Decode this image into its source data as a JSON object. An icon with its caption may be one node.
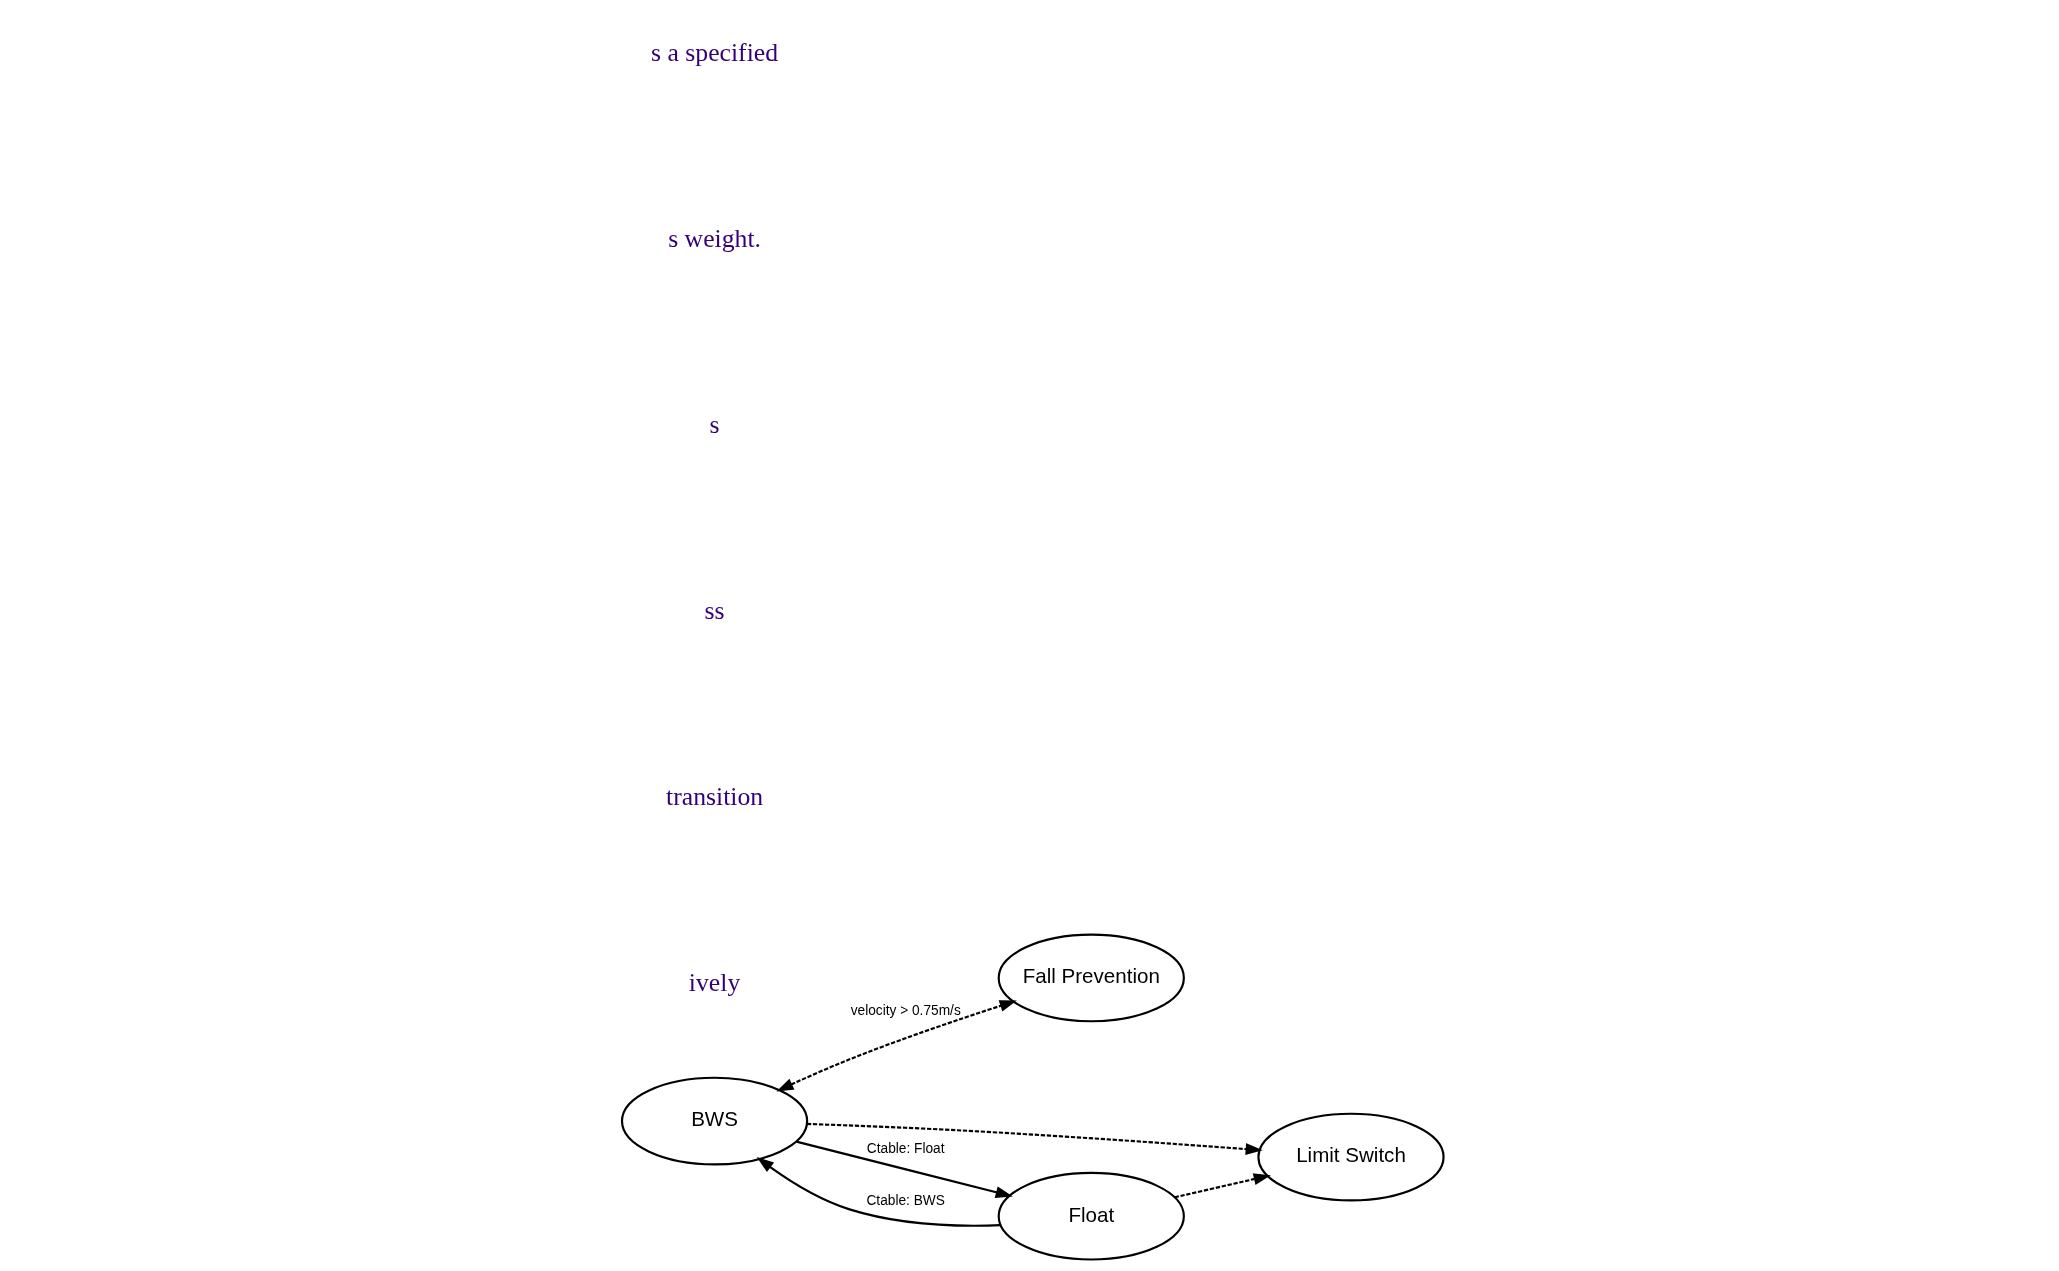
{
  "diagram": {
    "nodes": [
      {
        "text": [
          "Fall Prevention"
        ]
      },
      {
        "text": [
          "BWS"
        ]
      },
      {
        "text": [
          "Limit Switch"
        ]
      },
      {
        "text": [
          "Float"
        ]
      }
    ],
    "edges": [
      {
        "from": 1,
        "to": 0,
        "arrow": "both",
        "style": "dashed",
        "label": "velocity > 0.75m/s"
      },
      {
        "from": 1,
        "to": 2,
        "arrow": "to",
        "style": "dashed"
      },
      {
        "from": 1,
        "to": 3,
        "arrow": "to",
        "label": "Ctable: Float"
      },
      {
        "from": 3,
        "to": 1,
        "arrow": "to",
        "label": "Ctable: BWS"
      },
      {
        "from": 3,
        "to": 2,
        "arrow": "to",
        "style": "dashed"
      }
    ],
    "labels": [
      "s a specified",
      "s weight.",
      "s",
      "ss",
      "transition",
      "ively"
    ]
  }
}
